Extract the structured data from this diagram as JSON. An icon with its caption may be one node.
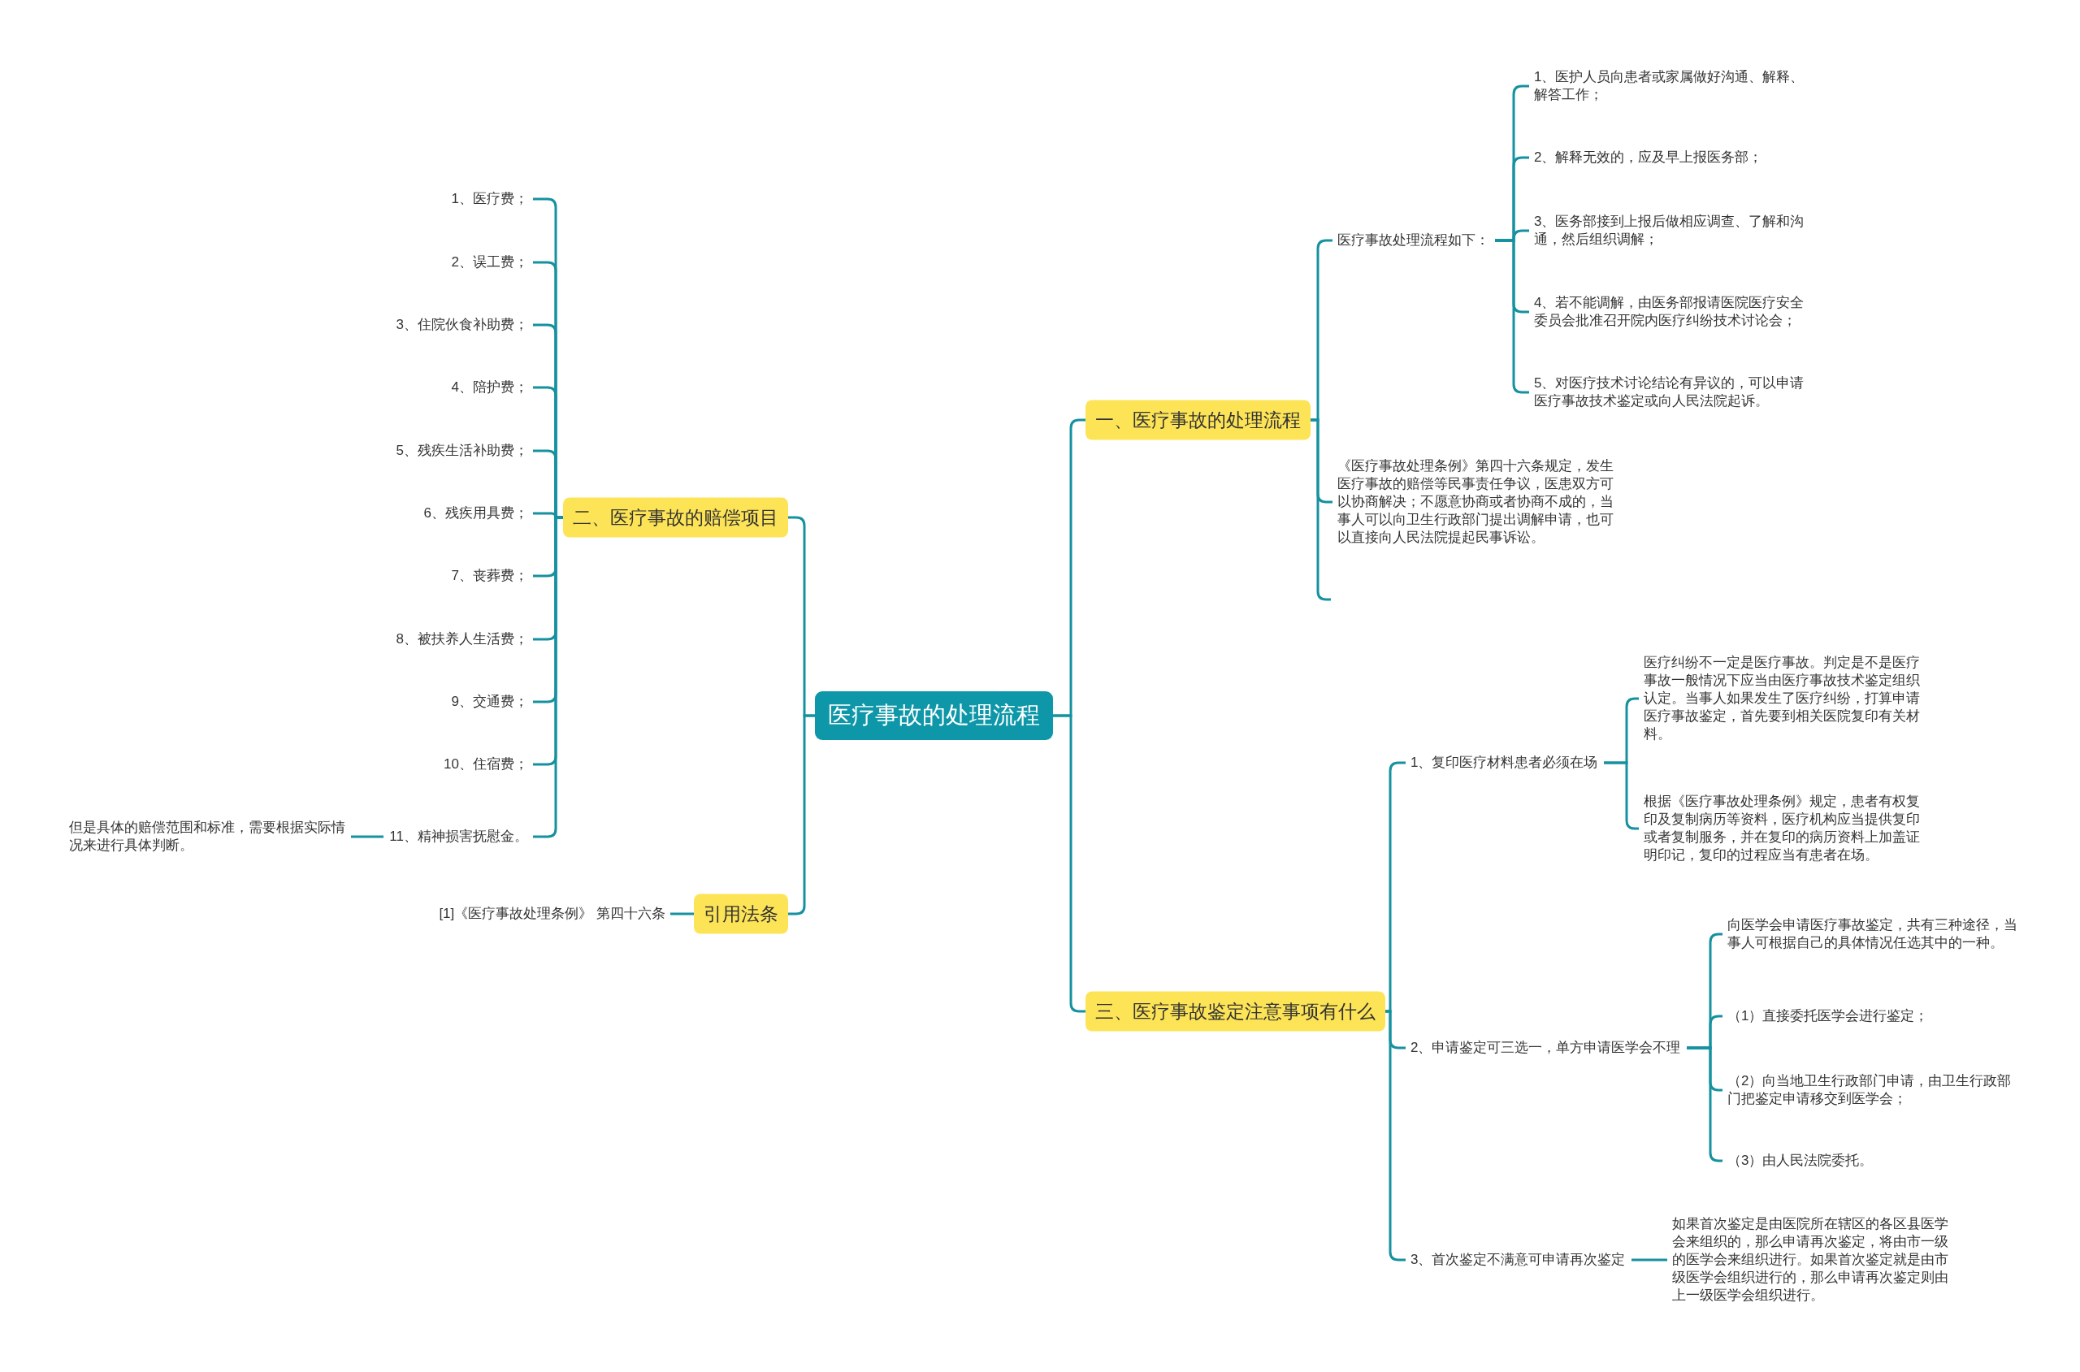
{
  "diagram": {
    "nodes": [
      {
        "text": [
          "医疗事故的处理流程"
        ]
      },
      {
        "text": [
          "一、医疗事故的处理流程"
        ]
      },
      {
        "text": [
          "医疗事故处理流程如下："
        ]
      },
      {
        "text": [
          "1、医护人员向患者或家属做好沟通、解释、解答工作；"
        ]
      },
      {
        "text": [
          "2、解释无效的，应及早上报医务部；"
        ]
      },
      {
        "text": [
          "3、医务部接到上报后做相应调查、了解和沟通，然后组织调解；"
        ]
      },
      {
        "text": [
          "4、若不能调解，由医务部报请医院医疗安全委员会批准召开院内医疗纠纷技术讨论会；"
        ]
      },
      {
        "text": [
          "5、对医疗技术讨论结论有异议的，可以申请医疗事故技术鉴定或向人民法院起诉。"
        ]
      },
      {
        "text": [
          "《医疗事故处理条例》第四十六条规定，发生医疗事故的赔偿等民事责任争议，医患双方可以协商解决；不愿意协商或者协商不成的，当事人可以向卫生行政部门提出调解申请，也可以直接向人民法院提起民事诉讼。"
        ]
      },
      {
        "text": [
          "二、医疗事故的赔偿项目"
        ]
      },
      {
        "text": [
          "1、医疗费；"
        ]
      },
      {
        "text": [
          "2、误工费；"
        ]
      },
      {
        "text": [
          "3、住院伙食补助费；"
        ]
      },
      {
        "text": [
          "4、陪护费；"
        ]
      },
      {
        "text": [
          "5、残疾生活补助费；"
        ]
      },
      {
        "text": [
          "6、残疾用具费；"
        ]
      },
      {
        "text": [
          "7、丧葬费；"
        ]
      },
      {
        "text": [
          "8、被扶养人生活费；"
        ]
      },
      {
        "text": [
          "9、交通费；"
        ]
      },
      {
        "text": [
          "10、住宿费；"
        ]
      },
      {
        "text": [
          "11、精神损害抚慰金。"
        ]
      },
      {
        "text": [
          "但是具体的赔偿范围和标准，需要根据实际情况来进行具体判断。"
        ]
      },
      {
        "text": [
          "引用法条"
        ]
      },
      {
        "text": [
          "[1]《医疗事故处理条例》 第四十六条"
        ]
      },
      {
        "text": [
          "三、医疗事故鉴定注意事项有什么"
        ]
      },
      {
        "text": [
          "1、复印医疗材料患者必须在场"
        ]
      },
      {
        "text": [
          "医疗纠纷不一定是医疗事故。判定是不是医疗事故一般情况下应当由医疗事故技术鉴定组织认定。当事人如果发生了医疗纠纷，打算申请医疗事故鉴定，首先要到相关医院复印有关材料。"
        ]
      },
      {
        "text": [
          "根据《医疗事故处理条例》规定，患者有权复印及复制病历等资料，医疗机构应当提供复印或者复制服务，并在复印的病历资料上加盖证明印记，复印的过程应当有患者在场。"
        ]
      },
      {
        "text": [
          "2、申请鉴定可三选一，单方申请医学会不理"
        ]
      },
      {
        "text": [
          "向医学会申请医疗事故鉴定，共有三种途径，当事人可根据自己的具体情况任选其中的一种。"
        ]
      },
      {
        "text": [
          "（1）直接委托医学会进行鉴定；"
        ]
      },
      {
        "text": [
          "（2）向当地卫生行政部门申请，由卫生行政部门把鉴定申请移交到医学会；"
        ]
      },
      {
        "text": [
          "（3）由人民法院委托。"
        ]
      },
      {
        "text": [
          "3、首次鉴定不满意可申请再次鉴定"
        ]
      },
      {
        "text": [
          "如果首次鉴定是由医院所在辖区的各区县医学会来组织的，那么申请再次鉴定，将由市一级的医学会来组织进行。如果首次鉴定就是由市级医学会组织进行的，那么申请再次鉴定则由上一级医学会组织进行。"
        ]
      }
    ],
    "edges": [
      {
        "from": 0,
        "to": 1,
        "arrow": "none"
      },
      {
        "from": 1,
        "to": 2,
        "arrow": "none"
      },
      {
        "from": 2,
        "to": 3,
        "arrow": "none"
      },
      {
        "from": 2,
        "to": 4,
        "arrow": "none"
      },
      {
        "from": 2,
        "to": 5,
        "arrow": "none"
      },
      {
        "from": 2,
        "to": 6,
        "arrow": "none"
      },
      {
        "from": 2,
        "to": 7,
        "arrow": "none"
      },
      {
        "from": 1,
        "to": 8,
        "arrow": "none"
      },
      {
        "from": 1,
        "to": null,
        "arrow": "none"
      },
      {
        "from": 0,
        "to": 9,
        "arrow": "none"
      },
      {
        "from": 9,
        "to": 10,
        "arrow": "none"
      },
      {
        "from": 9,
        "to": 11,
        "arrow": "none"
      },
      {
        "from": 9,
        "to": 12,
        "arrow": "none"
      },
      {
        "from": 9,
        "to": 13,
        "arrow": "none"
      },
      {
        "from": 9,
        "to": 14,
        "arrow": "none"
      },
      {
        "from": 9,
        "to": 15,
        "arrow": "none"
      },
      {
        "from": 9,
        "to": 16,
        "arrow": "none"
      },
      {
        "from": 9,
        "to": 17,
        "arrow": "none"
      },
      {
        "from": 9,
        "to": 18,
        "arrow": "none"
      },
      {
        "from": 9,
        "to": 19,
        "arrow": "none"
      },
      {
        "from": 9,
        "to": 20,
        "arrow": "none"
      },
      {
        "from": 20,
        "to": 21,
        "arrow": "none"
      },
      {
        "from": 0,
        "to": 22,
        "arrow": "none"
      },
      {
        "from": 22,
        "to": 23,
        "arrow": "none"
      },
      {
        "from": 0,
        "to": 24,
        "arrow": "none"
      },
      {
        "from": 24,
        "to": 25,
        "arrow": "none"
      },
      {
        "from": 25,
        "to": 26,
        "arrow": "none"
      },
      {
        "from": 25,
        "to": 27,
        "arrow": "none"
      },
      {
        "from": 24,
        "to": 28,
        "arrow": "none"
      },
      {
        "from": 28,
        "to": 29,
        "arrow": "none"
      },
      {
        "from": 28,
        "to": 30,
        "arrow": "none"
      },
      {
        "from": 28,
        "to": 31,
        "arrow": "none"
      },
      {
        "from": 28,
        "to": 32,
        "arrow": "none"
      },
      {
        "from": 24,
        "to": 33,
        "arrow": "none"
      },
      {
        "from": 33,
        "to": 34,
        "arrow": "none"
      }
    ]
  }
}
